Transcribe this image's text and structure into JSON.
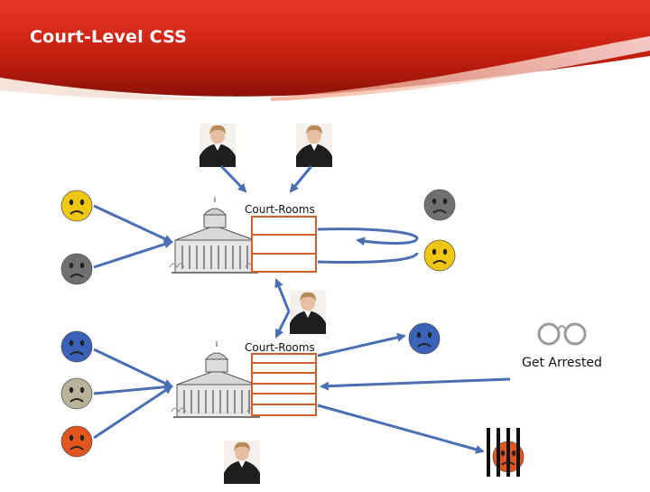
{
  "slide": {
    "title": "Court-Level CSS"
  },
  "labels": {
    "court_rooms_top": "Court-Rooms",
    "court_rooms_bottom": "Court-Rooms",
    "get_arrested": "Get Arrested"
  },
  "colors": {
    "banner_red": "#c41e0e",
    "arrow_blue": "#4a6fb3",
    "room_orange": "#d0602a",
    "face_yellow": "#f0c814",
    "face_gray": "#707070",
    "face_blue": "#3a62b8",
    "face_tan": "#b9b39a",
    "face_orange": "#e0561e"
  },
  "icons": [
    "judge-icon",
    "courthouse-icon",
    "sad-face-icon",
    "handcuffs-icon",
    "jail-bars-icon"
  ]
}
